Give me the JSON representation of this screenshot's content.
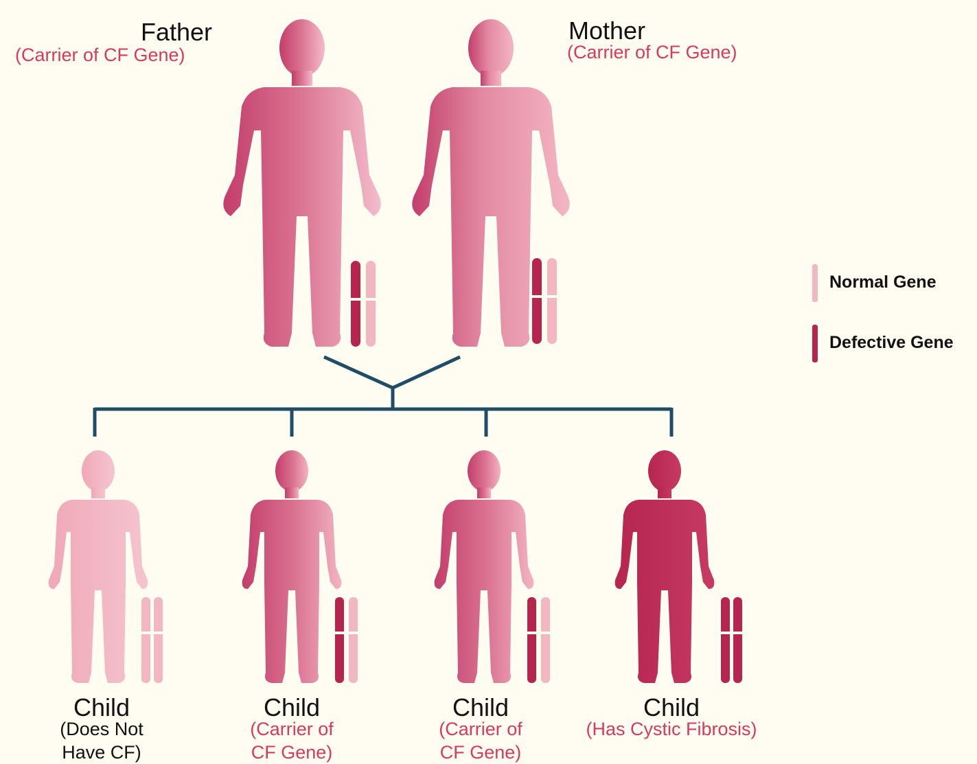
{
  "colors": {
    "background": "#fffdf1",
    "normal_gene": "#f1b7c2",
    "defective_gene": "#b5254f",
    "connector": "#1f4c66",
    "parent_body_dark": "#c23e6b",
    "parent_body_light": "#f4bccb",
    "label_text": "#111111",
    "subtitle_red": "#d63b5f"
  },
  "parents": {
    "father": {
      "name": "Father",
      "status": "(Carrier of CF Gene)",
      "genes": [
        "defective",
        "normal"
      ]
    },
    "mother": {
      "name": "Mother",
      "status": "(Carrier of CF Gene)",
      "genes": [
        "defective",
        "normal"
      ]
    }
  },
  "children": [
    {
      "name": "Child",
      "status_line1": "(Does Not",
      "status_line2": "Have CF)",
      "status_color": "#111111",
      "genes": [
        "normal",
        "normal"
      ]
    },
    {
      "name": "Child",
      "status_line1": "(Carrier of",
      "status_line2": "CF Gene)",
      "status_color": "#d63b5f",
      "genes": [
        "defective",
        "normal"
      ]
    },
    {
      "name": "Child",
      "status_line1": "(Carrier of",
      "status_line2": "CF Gene)",
      "status_color": "#d63b5f",
      "genes": [
        "defective",
        "normal"
      ]
    },
    {
      "name": "Child",
      "status_line1": "(Has Cystic Fibrosis)",
      "status_line2": "",
      "status_color": "#d63b5f",
      "genes": [
        "defective",
        "defective"
      ]
    }
  ],
  "legend": {
    "normal_label": "Normal Gene",
    "defective_label": "Defective Gene"
  }
}
